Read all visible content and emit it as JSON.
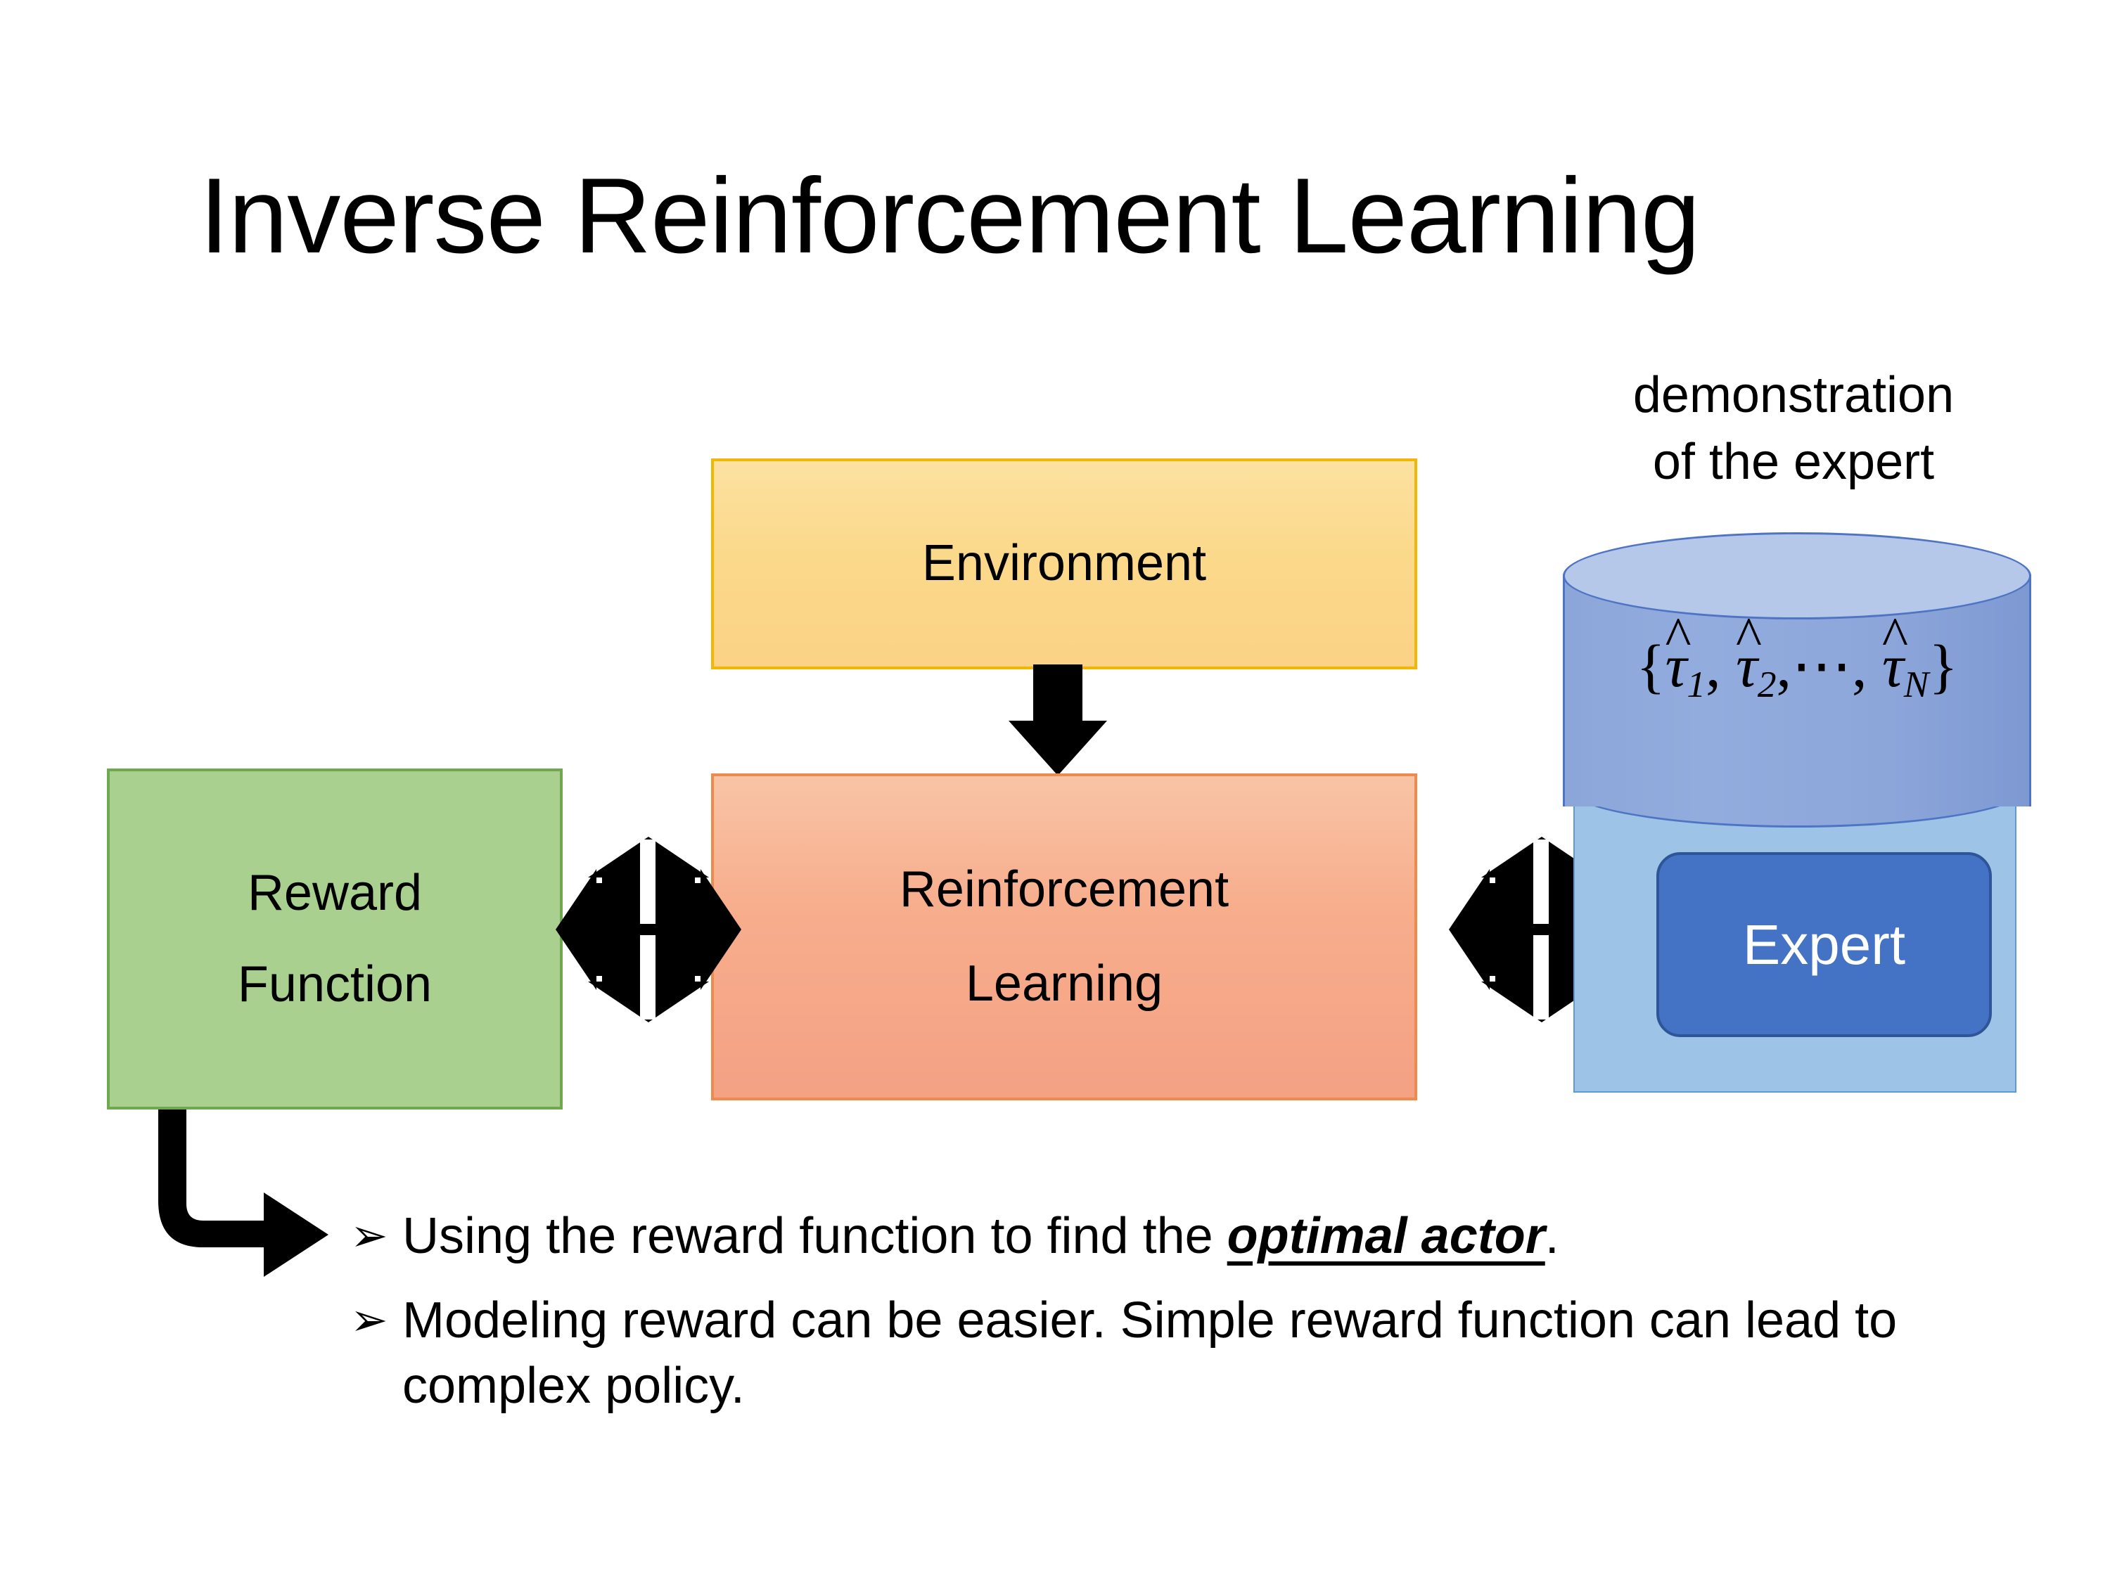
{
  "slide": {
    "title": "Inverse Reinforcement Learning",
    "background_color": "#FFFFFF"
  },
  "diagram": {
    "nodes": [
      {
        "id": "environment",
        "label": "Environment",
        "shape": "rectangle",
        "fill_color": "#FBD98B",
        "border_color": "#F2B705",
        "text_color": "#000000"
      },
      {
        "id": "reinforcement-learning",
        "label_line1": "Reinforcement",
        "label_line2": "Learning",
        "shape": "rectangle",
        "fill_color": "#F7AE8D",
        "border_color": "#ED8B4C",
        "text_color": "#000000"
      },
      {
        "id": "reward-function",
        "label_line1": "Reward",
        "label_line2": "Function",
        "shape": "rectangle",
        "fill_color": "#A9D08E",
        "border_color": "#6FA84F",
        "text_color": "#000000"
      },
      {
        "id": "expert",
        "label": "Expert",
        "shape": "rounded-rectangle",
        "fill_color": "#4472C4",
        "border_color": "#2E5597",
        "text_color": "#FFFFFF"
      },
      {
        "id": "expert-panel",
        "shape": "rectangle",
        "fill_color": "#9DC3E6",
        "border_color": "#5B9BD5"
      },
      {
        "id": "demonstration-cylinder",
        "shape": "cylinder",
        "fill_color": "#8CA6DA",
        "top_color": "#B6C8EA",
        "border_color": "#4F74C4"
      }
    ],
    "demonstration_caption_line1": "demonstration",
    "demonstration_caption_line2": "of the expert",
    "trajectory_set": {
      "open_brace": "{",
      "tau_hat": "τ",
      "hat": "^",
      "sub1": "1",
      "sub2": "2",
      "ellipsis": "⋯",
      "subN": "N",
      "comma": ",",
      "close_brace": "}",
      "plain_text": "{τ̂₁, τ̂₂, ⋯, τ̂N}"
    },
    "connectors": [
      {
        "id": "environment-to-rl",
        "type": "down-arrow",
        "color": "#000000"
      },
      {
        "id": "reward-to-rl",
        "type": "four-way-double-arrow",
        "color": "#000000"
      },
      {
        "id": "rl-to-expert",
        "type": "four-way-double-arrow",
        "color": "#000000"
      },
      {
        "id": "reward-to-bullets",
        "type": "elbow-arrow",
        "color": "#000000"
      }
    ]
  },
  "bullets": {
    "marker": "➢",
    "items": [
      {
        "prefix": "Using the reward function to find the ",
        "emphasis": "optimal actor",
        "suffix": "."
      },
      {
        "prefix": "Modeling reward can be easier. Simple reward function can lead to complex policy.",
        "emphasis": "",
        "suffix": ""
      }
    ]
  }
}
